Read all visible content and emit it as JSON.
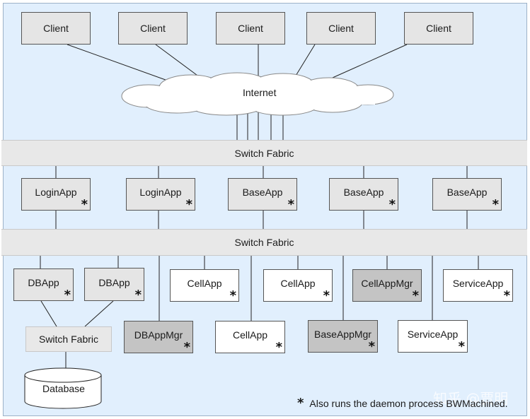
{
  "clients": [
    "Client",
    "Client",
    "Client",
    "Client",
    "Client"
  ],
  "internet": "Internet",
  "switch_fabric_top": "Switch Fabric",
  "switch_fabric_mid": "Switch Fabric",
  "row1": [
    "LoginApp",
    "LoginApp",
    "BaseApp",
    "BaseApp",
    "BaseApp"
  ],
  "row2": [
    "DBApp",
    "DBApp",
    "CellApp",
    "CellApp",
    "CellAppMgr",
    "ServiceApp"
  ],
  "row3": [
    "DBAppMgr",
    "CellApp",
    "BaseAppMgr",
    "ServiceApp"
  ],
  "switch_fabric_db": "Switch Fabric",
  "database": "Database",
  "star_mark": "*",
  "footnote": "Also runs the daemon process BWMachined.",
  "watermark": "知乎 @贾明",
  "colors": {
    "background": "#e1effd",
    "box_light": "#e5e5e5",
    "box_dark": "#c4c4c4",
    "box_white": "#ffffff",
    "switch_fabric": "#e8e8e8",
    "line": "#222222"
  }
}
